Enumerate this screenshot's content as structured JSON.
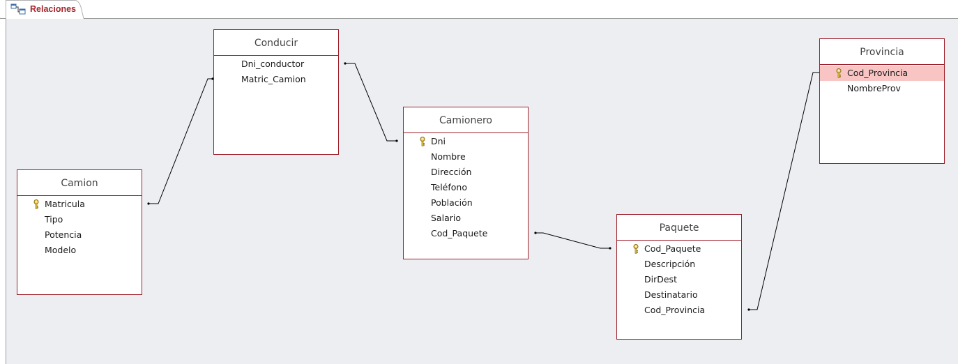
{
  "tab": {
    "label": "Relaciones",
    "icon": "relationships-icon"
  },
  "tables": {
    "conducir": {
      "title": "Conducir",
      "fields": [
        {
          "name": "Dni_conductor",
          "key": false
        },
        {
          "name": "Matric_Camion",
          "key": false
        }
      ]
    },
    "camion": {
      "title": "Camion",
      "fields": [
        {
          "name": "Matricula",
          "key": true
        },
        {
          "name": "Tipo",
          "key": false
        },
        {
          "name": "Potencia",
          "key": false
        },
        {
          "name": "Modelo",
          "key": false
        }
      ]
    },
    "camionero": {
      "title": "Camionero",
      "fields": [
        {
          "name": "Dni",
          "key": true
        },
        {
          "name": "Nombre",
          "key": false
        },
        {
          "name": "Dirección",
          "key": false
        },
        {
          "name": "Teléfono",
          "key": false
        },
        {
          "name": "Población",
          "key": false
        },
        {
          "name": "Salario",
          "key": false
        },
        {
          "name": "Cod_Paquete",
          "key": false
        }
      ]
    },
    "paquete": {
      "title": "Paquete",
      "fields": [
        {
          "name": "Cod_Paquete",
          "key": true
        },
        {
          "name": "Descripción",
          "key": false
        },
        {
          "name": "DirDest",
          "key": false
        },
        {
          "name": "Destinatario",
          "key": false
        },
        {
          "name": "Cod_Provincia",
          "key": false
        }
      ]
    },
    "provincia": {
      "title": "Provincia",
      "fields": [
        {
          "name": "Cod_Provincia",
          "key": true,
          "selected": true
        },
        {
          "name": "NombreProv",
          "key": false
        }
      ]
    }
  },
  "colors": {
    "border": "#9e1f2a",
    "tab_text": "#a4262c",
    "selection": "#f9c4c4",
    "canvas": "#eceef1"
  }
}
